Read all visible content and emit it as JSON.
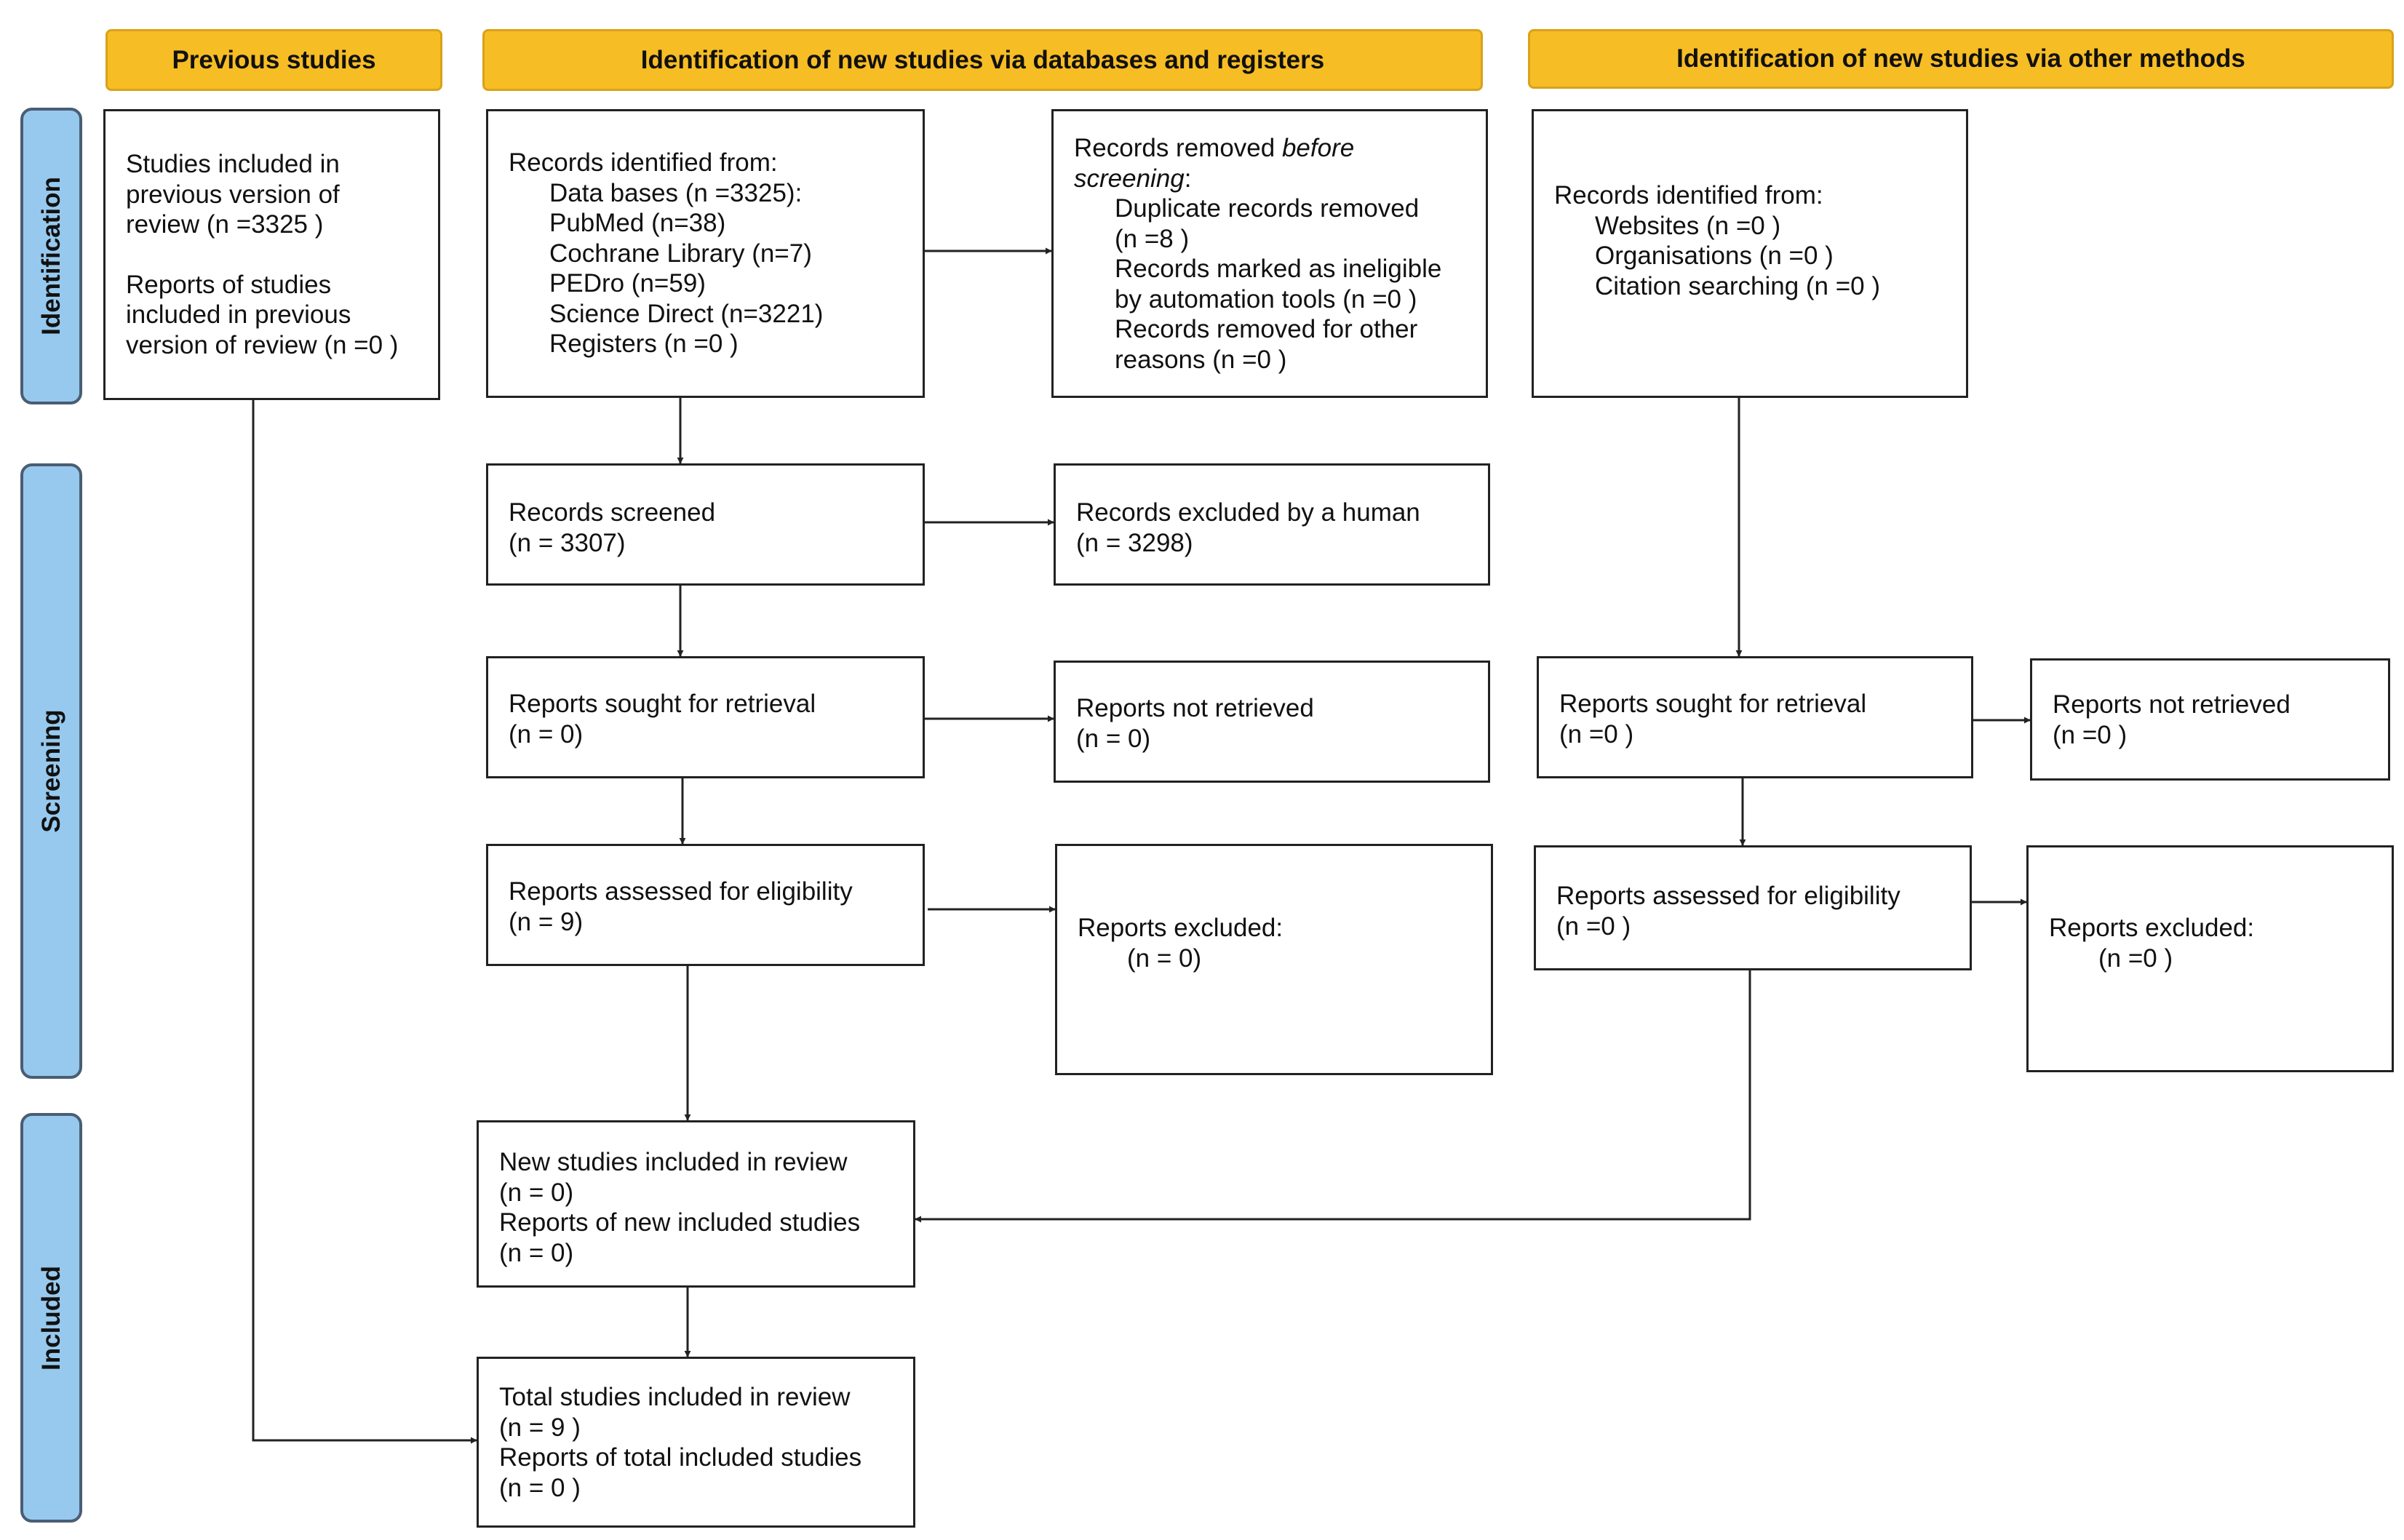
{
  "headers": {
    "previous": "Previous studies",
    "databases": "Identification of new studies via databases and registers",
    "other": "Identification of new studies via other methods"
  },
  "stages": {
    "identification": "Identification",
    "screening": "Screening",
    "included": "Included"
  },
  "previous": {
    "studies_line1": "Studies included in",
    "studies_line2": "previous version of",
    "studies_line3": "review (n =3325 )",
    "reports_line1": "Reports of studies",
    "reports_line2": "included in previous",
    "reports_line3": "version of review (n =0 )"
  },
  "db": {
    "identified": {
      "title": "Records identified from:",
      "databases": "Data bases (n =3325):",
      "pubmed": "PubMed (n=38)",
      "cochrane": "Cochrane Library (n=7)",
      "pedro": "PEDro (n=59)",
      "sciencedirect": "Science Direct (n=3221)",
      "registers": "Registers (n =0 )"
    },
    "removed": {
      "title_prefix": "Records removed ",
      "title_italic_1": "before",
      "title_italic_2": "screening",
      "title_suffix": ":",
      "duplicates_1": "Duplicate records removed",
      "duplicates_2": "(n =8 )",
      "ineligible_1": "Records marked as ineligible",
      "ineligible_2": "by automation tools (n =0 )",
      "other_1": "Records removed for other",
      "other_2": "reasons (n =0 )"
    },
    "screened": {
      "label": "Records screened",
      "count": "(n = 3307)"
    },
    "excluded_human": {
      "label": "Records excluded by a human",
      "count": "(n = 3298)"
    },
    "sought": {
      "label": "Reports sought for retrieval",
      "count": "(n = 0)"
    },
    "not_retrieved": {
      "label": "Reports not retrieved",
      "count": "(n = 0)"
    },
    "assessed": {
      "label": "Reports assessed for eligibility",
      "count": "(n = 9)"
    },
    "excluded": {
      "label": "Reports excluded:",
      "count": "(n = 0)"
    },
    "new_included": {
      "studies": "New studies included in review",
      "studies_count": "(n = 0)",
      "reports": "Reports of new included studies",
      "reports_count": "(n = 0)"
    },
    "total_included": {
      "studies": "Total studies included in review",
      "studies_count": "(n = 9 )",
      "reports": "Reports of total included studies",
      "reports_count": "(n = 0 )"
    }
  },
  "other": {
    "identified": {
      "title": "Records identified from:",
      "websites": "Websites (n =0 )",
      "organisations": "Organisations (n =0 )",
      "citation": "Citation searching (n =0 )"
    },
    "sought": {
      "label": "Reports sought for retrieval",
      "count": "(n =0 )"
    },
    "not_retrieved": {
      "label": "Reports not retrieved",
      "count": "(n =0 )"
    },
    "assessed": {
      "label": "Reports assessed for eligibility",
      "count": "(n =0 )"
    },
    "excluded": {
      "label": "Reports excluded:",
      "count": "(n =0 )"
    }
  },
  "colors": {
    "header_fill": "#f7bd24",
    "stage_fill": "#97c9ee",
    "box_border": "#222222",
    "arrow": "#222222"
  }
}
